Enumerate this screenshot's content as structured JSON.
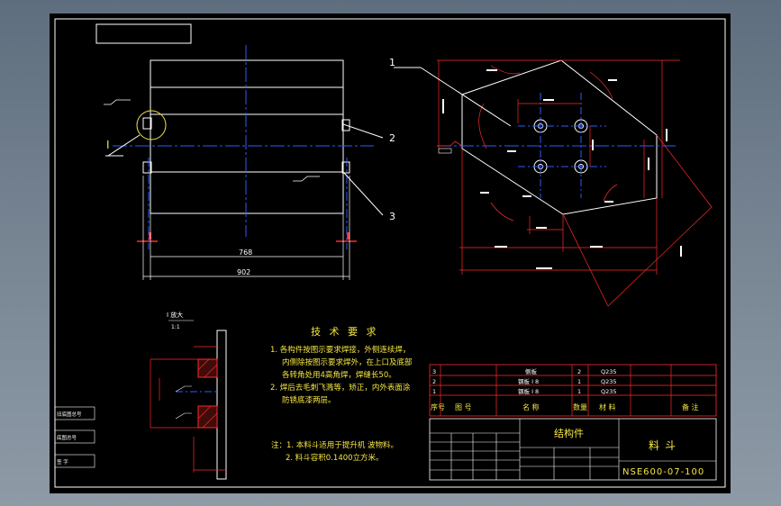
{
  "drawing": {
    "title": "料斗",
    "part_name": "结构件",
    "drawing_no": "NSE600-07-100"
  },
  "callouts": [
    "1",
    "2",
    "3"
  ],
  "detail_mark": "I",
  "detail_title": "I 放大",
  "detail_scale": "1:1",
  "dims_front": [
    "768",
    "902"
  ],
  "tech_req": {
    "title": "技 术 要 求",
    "lines": [
      "1. 各构件按图示要求焊接，外侧连续焊，",
      "内侧除按图示要求焊外，在上口及底部",
      "各转角处用4高角焊，焊缝长50。",
      "2. 焊后去毛刺飞溅等，矫正，内外表面涂",
      "防锈底漆两层。"
    ]
  },
  "notes": {
    "lines": [
      "注：1. 本料斗适用于提升机 波物料。",
      "2. 料斗容积0.1400立方米。"
    ]
  },
  "bom": {
    "header": [
      "序号",
      "图 号",
      "名 称",
      "数量",
      "材 料",
      "备 注"
    ],
    "rows": [
      [
        "3",
        "",
        "侧板",
        "2",
        "Q235",
        ""
      ],
      [
        "2",
        "",
        "钢板 I 8",
        "1",
        "Q235",
        ""
      ],
      [
        "1",
        "",
        "钢板 I 8",
        "1",
        "Q235",
        ""
      ]
    ]
  },
  "side_stamps": [
    "旧底图总号",
    "底图总号",
    "签 字"
  ]
}
